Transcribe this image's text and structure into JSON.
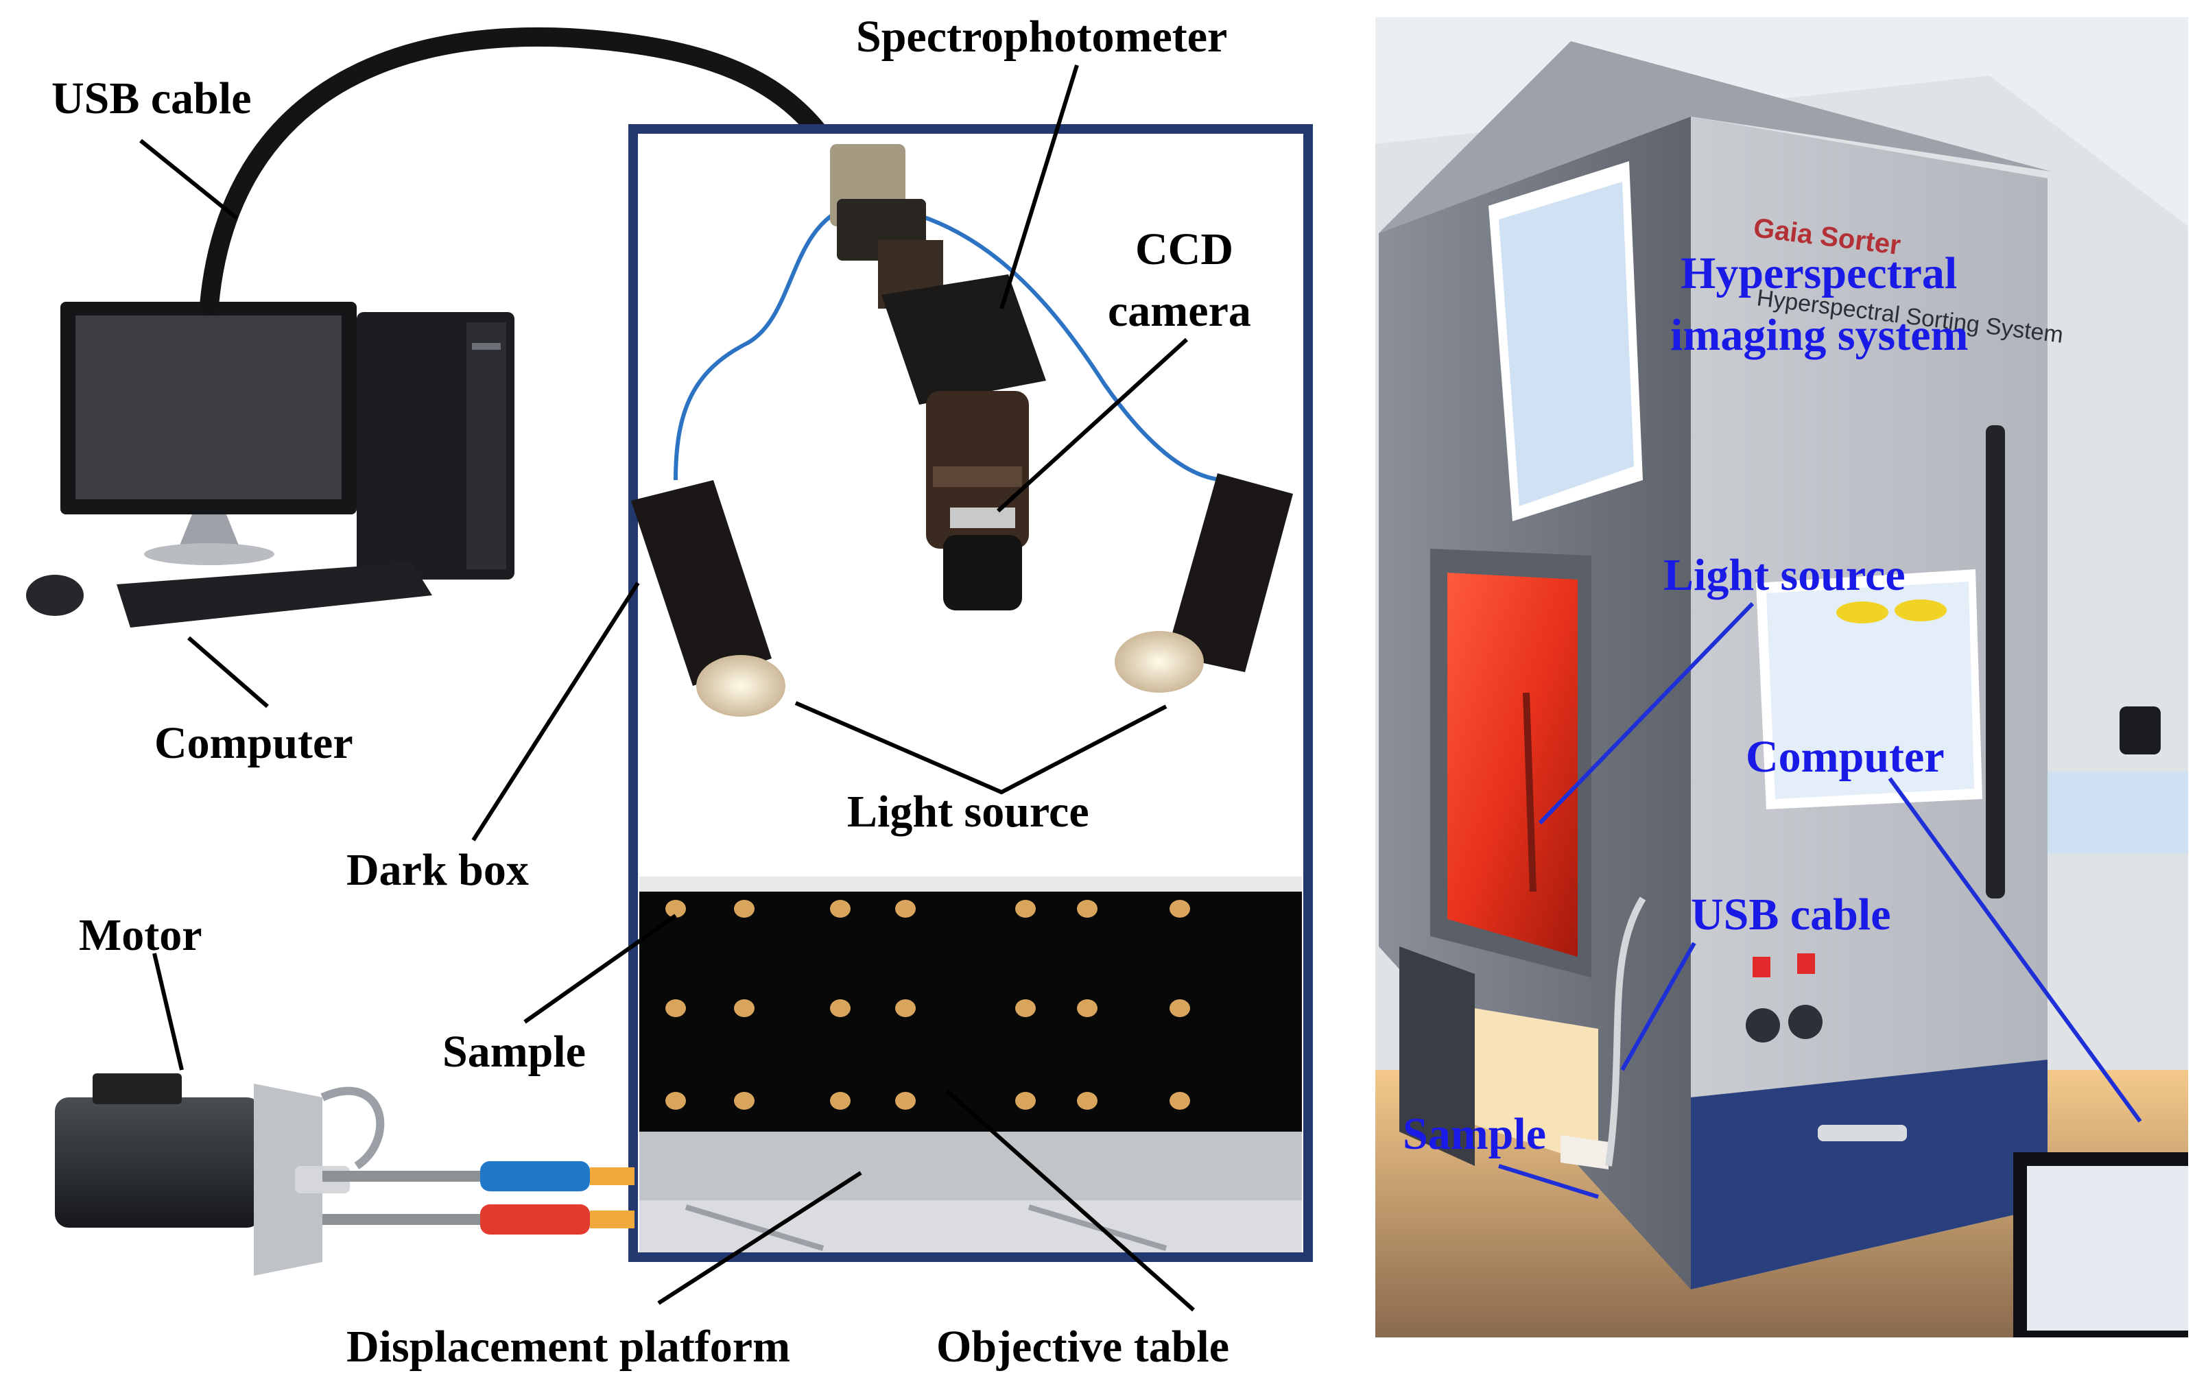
{
  "left_panel": {
    "labels": {
      "usb_cable": "USB cable",
      "spectrophotometer": "Spectrophotometer",
      "ccd_line1": "CCD",
      "ccd_line2": "camera",
      "computer": "Computer",
      "dark_box": "Dark box",
      "light_source": "Light source",
      "motor": "Motor",
      "sample": "Sample",
      "displacement_platform": "Displacement platform",
      "objective_table": "Objective table"
    }
  },
  "right_panel": {
    "brand_line1": "Gaia Sorter",
    "brand_line2": "Hyperspectral Sorting System",
    "labels": {
      "hsi_line1": "Hyperspectral",
      "hsi_line2": "imaging system",
      "light_source": "Light source",
      "computer": "Computer",
      "usb_cable": "USB cable",
      "sample": "Sample"
    }
  },
  "colors": {
    "label_black": "#000000",
    "label_blue": "#1a1ae6",
    "frame_blue": "#22386e",
    "leader_blue": "#1f2fd8",
    "chamber_red": "#e8321c"
  }
}
